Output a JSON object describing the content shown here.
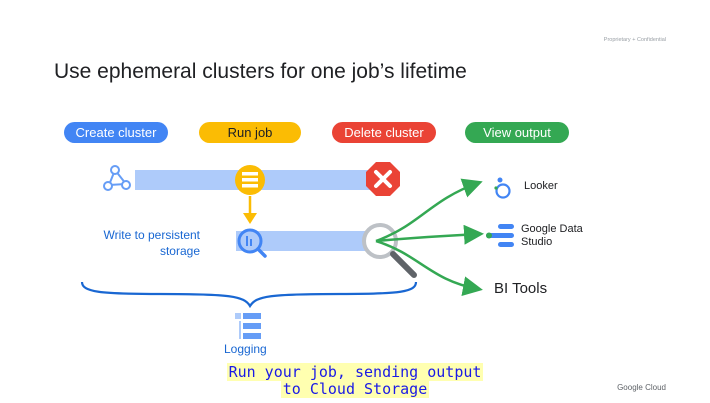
{
  "slide": {
    "confidential": "Proprietary + Confidential",
    "title": "Use ephemeral clusters for one job’s lifetime",
    "footer_brand": "Google Cloud"
  },
  "steps": {
    "create": {
      "label": "Create cluster",
      "color": "#4285f4"
    },
    "run": {
      "label": "Run job",
      "color": "#fbbc04"
    },
    "delete": {
      "label": "Delete cluster",
      "color": "#ea4335"
    },
    "view": {
      "label": "View output",
      "color": "#34a853"
    }
  },
  "labels": {
    "write_line1": "Write to persistent",
    "write_line2": "storage",
    "logging": "Logging"
  },
  "outputs": {
    "looker": "Looker",
    "gds_line1": "Google Data",
    "gds_line2": "Studio",
    "bi": "BI Tools"
  },
  "caption": {
    "line1": "Run your job, sending output",
    "line2": "to Cloud Storage"
  }
}
